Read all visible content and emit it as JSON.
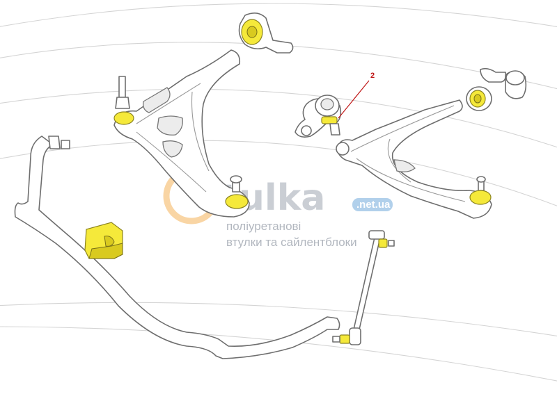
{
  "colors": {
    "bushing": "#f5e93a",
    "callout": "#c01818",
    "watermark_orange": "#f4b35a",
    "watermark_blue": "#9ec4e6"
  },
  "callout": {
    "number": "2"
  },
  "watermark": {
    "brand": "tulka",
    "tld": ".net.ua",
    "tagline_line1": "поліуретанові",
    "tagline_line2": "втулки та сайлентблоки"
  }
}
